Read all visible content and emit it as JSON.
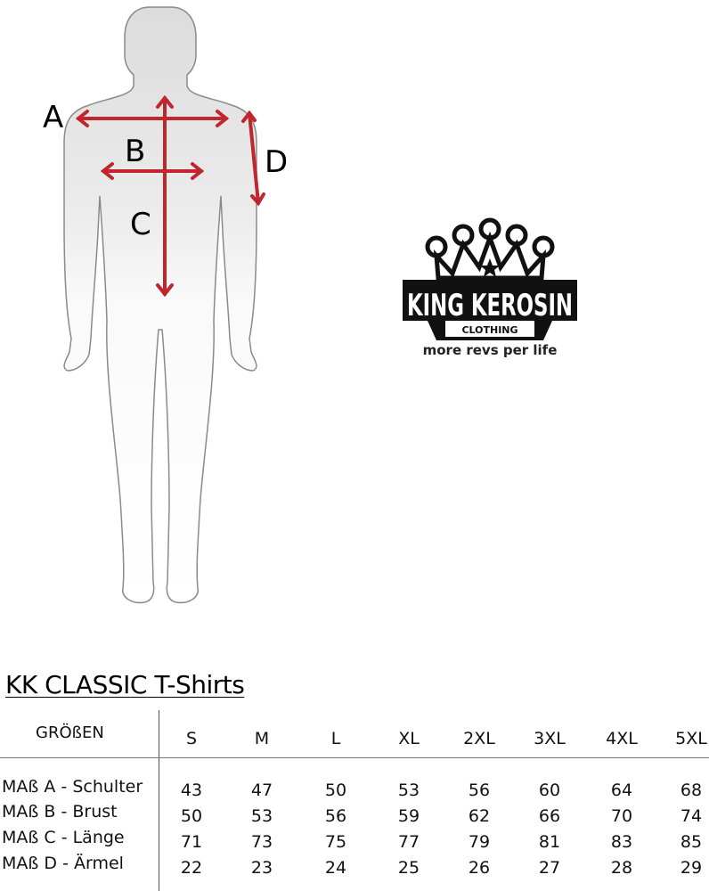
{
  "diagram": {
    "labels": {
      "A": "A",
      "B": "B",
      "C": "C",
      "D": "D"
    },
    "arrow_color": "#c0262d",
    "body_fill": "#e8e8e8",
    "body_outline": "#8a8a8a"
  },
  "brand": {
    "name": "KING KEROSIN",
    "sub": "CLOTHING",
    "tagline": "more revs per life"
  },
  "table": {
    "title": "KK CLASSIC  T-Shirts",
    "header_label": "GRÖßEN",
    "sizes": [
      "S",
      "M",
      "L",
      "XL",
      "2XL",
      "3XL",
      "4XL",
      "5XL"
    ],
    "rows": [
      {
        "label": "MAß A - Schulter",
        "values": [
          "43",
          "47",
          "50",
          "53",
          "56",
          "60",
          "64",
          "68"
        ]
      },
      {
        "label": "MAß B - Brust",
        "values": [
          "50",
          "53",
          "56",
          "59",
          "62",
          "66",
          "70",
          "74"
        ]
      },
      {
        "label": "MAß C - Länge",
        "values": [
          "71",
          "73",
          "75",
          "77",
          "79",
          "81",
          "83",
          "85"
        ]
      },
      {
        "label": "MAß D - Ärmel",
        "values": [
          "22",
          "23",
          "24",
          "25",
          "26",
          "27",
          "28",
          "29"
        ]
      }
    ]
  },
  "chart_data": {
    "type": "table",
    "title": "KK CLASSIC  T-Shirts",
    "categories": [
      "S",
      "M",
      "L",
      "XL",
      "2XL",
      "3XL",
      "4XL",
      "5XL"
    ],
    "series": [
      {
        "name": "MAß A - Schulter",
        "values": [
          43,
          47,
          50,
          53,
          56,
          60,
          64,
          68
        ]
      },
      {
        "name": "MAß B - Brust",
        "values": [
          50,
          53,
          56,
          59,
          62,
          66,
          70,
          74
        ]
      },
      {
        "name": "MAß C - Länge",
        "values": [
          71,
          73,
          75,
          77,
          79,
          81,
          83,
          85
        ]
      },
      {
        "name": "MAß D - Ärmel",
        "values": [
          22,
          23,
          24,
          25,
          26,
          27,
          28,
          29
        ]
      }
    ],
    "xlabel": "GRÖßEN",
    "ylabel": ""
  }
}
